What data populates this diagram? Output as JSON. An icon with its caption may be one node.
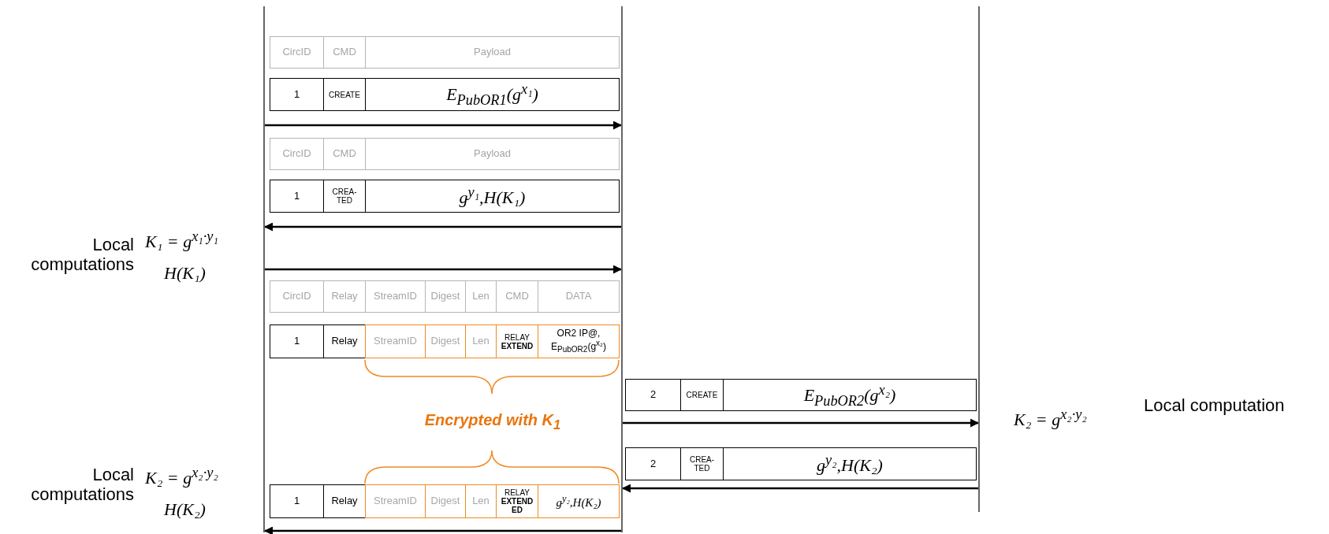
{
  "diagram": {
    "nodes": [
      {
        "text": [],
        "shape": "bar"
      },
      {
        "text": [],
        "shape": "bar"
      },
      {
        "text": [],
        "shape": "bar"
      }
    ],
    "edges": [
      {
        "from": 0,
        "to": 1,
        "arrow": "to"
      },
      {
        "from": 1,
        "to": 0,
        "arrow": "to"
      },
      {
        "from": 0,
        "to": 1,
        "arrow": "to"
      },
      {
        "from": 1,
        "to": 2,
        "arrow": "to"
      },
      {
        "from": 2,
        "to": 1,
        "arrow": "to"
      },
      {
        "from": 1,
        "to": 0,
        "arrow": "to"
      }
    ],
    "labels": [
      "CircID",
      "CMD",
      "Payload",
      "1",
      "CREATE",
      "E$_{PubOR1}$(g$^{x₁}$)",
      "CircID",
      "CMD",
      "Payload",
      "1",
      "CREA- TED",
      "g$^{y₁}$,H(K₁)",
      "Local computations",
      "K₁ = g$^{x₁·y₁}$",
      "H(K₁)",
      "CircID",
      "Relay",
      "StreamID",
      "Digest",
      "Len",
      "CMD",
      "DATA",
      "1",
      "Relay",
      "StreamID",
      "Digest",
      "Len",
      "RELAY **EXTEND**",
      "OR2 IP@, E$_{PubOR2}$(g$^{x₂}$)",
      "2",
      "CREATE",
      "E$_{PubOR2}$(g$^{x₂}$)",
      "K₂ = g$^{x₂·y₂}$",
      "Local computation",
      "Encrypted with K$_{1}$",
      "2",
      "CREA- TED",
      "g$^{y₂}$,H(K₂)",
      "Local computations",
      "K₂ = g$^{x₂·y₂}$",
      "H(K₂)",
      "1",
      "Relay",
      "StreamID",
      "Digest",
      "Len",
      "RELAY **EXTEND ED**",
      "g$^{y₂}$,H(K₂)"
    ]
  }
}
